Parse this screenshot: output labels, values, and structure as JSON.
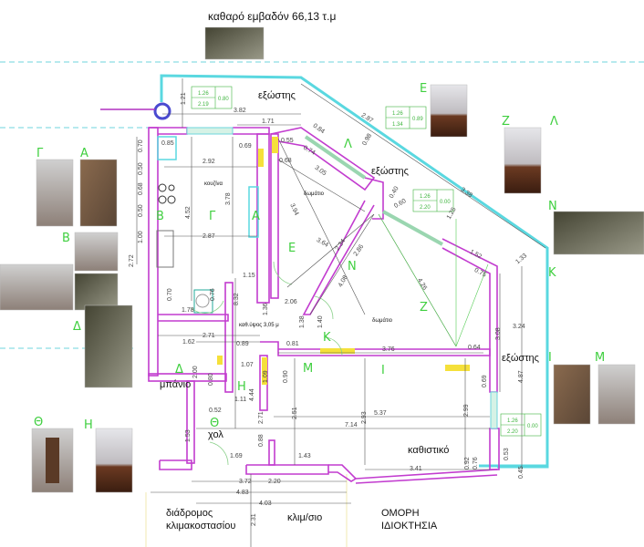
{
  "title": "καθαρό εμβαδόν 66,13 τ.μ",
  "rooms": {
    "balcony1": "εξώστης",
    "balcony2": "εξώστης",
    "balcony3": "εξώστης",
    "kitchen": "κουζίνα",
    "room1": "δωμάτιο",
    "room2": "δωμάτιο",
    "bath": "μπάνιο",
    "hall": "χολ",
    "living": "καθιστικό",
    "ceiling": "καθ.ύψος 3,05 μ",
    "corridor1": "διάδρομος",
    "corridor2": "κλιμακοστασίου",
    "stairs": "κλιμ/σιο",
    "neighbor1": "ΟΜΟΡΗ",
    "neighbor2": "ΙΔΙΟΚΤΗΣΙΑ"
  },
  "markers": [
    "Β",
    "Γ",
    "Α",
    "Ε",
    "Λ",
    "Ν",
    "Κ",
    "Ζ",
    "Μ",
    "Ι",
    "Δ",
    "Η",
    "Θ"
  ],
  "photo_labels": [
    "Γ",
    "Α",
    "Β",
    "Δ",
    "Θ",
    "Η",
    "Ε",
    "Ζ",
    "Λ",
    "Ν",
    "Κ",
    "Ι",
    "Μ"
  ],
  "windows": [
    {
      "w": "1.26",
      "h": "2.19",
      "s": "0.80"
    },
    {
      "w": "1.26",
      "h": "1.34",
      "s": "0.89"
    },
    {
      "w": "1.26",
      "h": "2.20",
      "s": "0.00"
    },
    {
      "w": "1.26",
      "h": "2.20",
      "s": "0.00"
    }
  ],
  "dims": [
    "1.21",
    "3.82",
    "1.71",
    "0.84",
    "2.87",
    "0.85",
    "0.69",
    "0.55",
    "0.74",
    "0.68",
    "2.92",
    "3.05",
    "0.98",
    "3.38",
    "1.25",
    "0.40",
    "0.60",
    "3.94",
    "4.52",
    "3.78",
    "2.87",
    "3.64",
    "2.34",
    "2.86",
    "4.08",
    "4.26",
    "1.52",
    "0.75",
    "1.33",
    "0.70",
    "0.50",
    "0.68",
    "0.50",
    "1.00",
    "2.72",
    "1.15",
    "0.70",
    "0.76",
    "1.78",
    "8.32",
    "2.06",
    "1.36",
    "1.38",
    "1.40",
    "2.71",
    "1.62",
    "0.89",
    "0.81",
    "3.76",
    "0.64",
    "2.00",
    "1.07",
    "0.80",
    "1.09",
    "0.90",
    "4.44",
    "1.11",
    "2.51",
    "2.71",
    "2.93",
    "2.99",
    "5.37",
    "7.14",
    "0.69",
    "3.08",
    "3.24",
    "4.87",
    "0.52",
    "1.53",
    "0.88",
    "1.69",
    "1.43",
    "3.41",
    "0.92",
    "0.76",
    "0.53",
    "0.45",
    "3.72",
    "2.20",
    "4.83",
    "4.03",
    "2.31"
  ]
}
